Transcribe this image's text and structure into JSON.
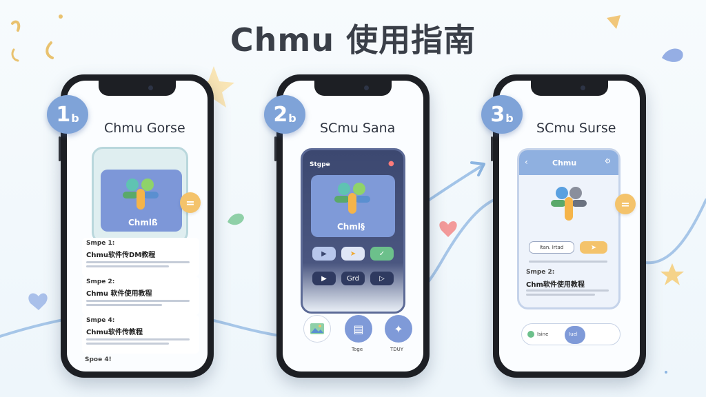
{
  "page": {
    "title": "Chmu 使用指南"
  },
  "phones": [
    {
      "badge_number": "1",
      "badge_suffix": "b",
      "title": "Chmu Gorse",
      "app_label": "Chmlß",
      "bubble": "=",
      "steps": [
        {
          "heading": "Smpe 1:",
          "text": "Chmu软件传DM教程"
        },
        {
          "heading": "Smpe 2:",
          "text": "Chmu 软件使用教程"
        },
        {
          "heading": "Smpe 4:",
          "text": "Chmu软件传教程"
        }
      ],
      "footer": "Spoe 4!"
    },
    {
      "badge_number": "2",
      "badge_suffix": "b",
      "title": "SCmu Sana",
      "header_left": "Stgpe",
      "app_label": "Chml§",
      "ctrl_mid": "Grd",
      "bottom_labels": [
        "Toge",
        "TDUY"
      ]
    },
    {
      "badge_number": "3",
      "badge_suffix": "b",
      "title": "SCmu Surse",
      "header": "Chmu",
      "pill_left": "Itan. Irtad",
      "step_heading": "Smpe 2:",
      "step_text": "Chm软件使用教程",
      "toggle_left": "Isine",
      "toggle_right": "Iuel",
      "bubble": "="
    }
  ],
  "colors": {
    "accent_blue": "#7fa3d8",
    "card_blue": "#7d97d8",
    "accent_yellow": "#f4c36b",
    "accent_green": "#6cc08b",
    "dark_screen": "#3c4870"
  }
}
